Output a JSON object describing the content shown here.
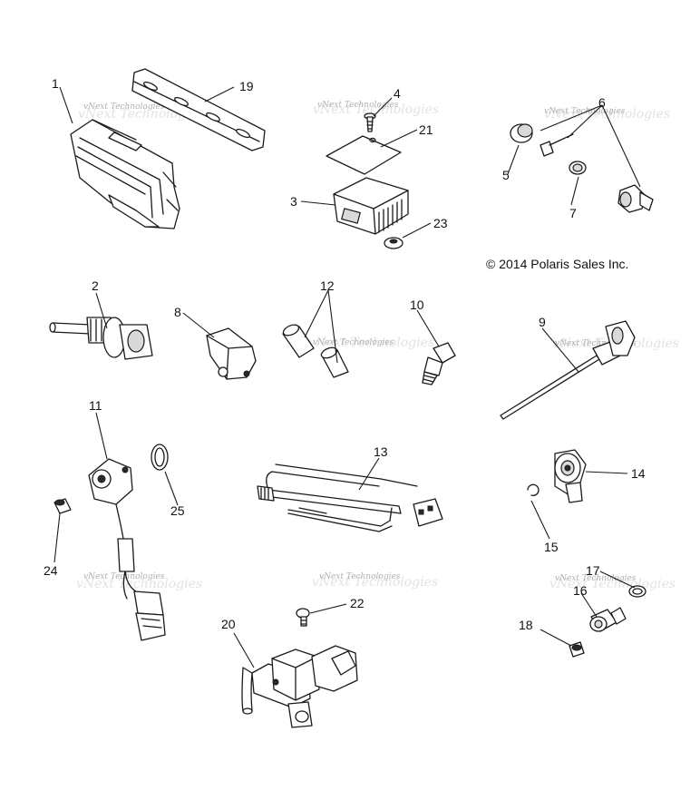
{
  "diagram": {
    "copyright": "© 2014 Polaris Sales Inc.",
    "watermark": "vNext Technologies",
    "callouts": [
      "1",
      "2",
      "3",
      "4",
      "5",
      "6",
      "7",
      "8",
      "9",
      "10",
      "11",
      "12",
      "13",
      "14",
      "15",
      "16",
      "17",
      "18",
      "19",
      "20",
      "21",
      "22",
      "23",
      "24",
      "25"
    ]
  }
}
